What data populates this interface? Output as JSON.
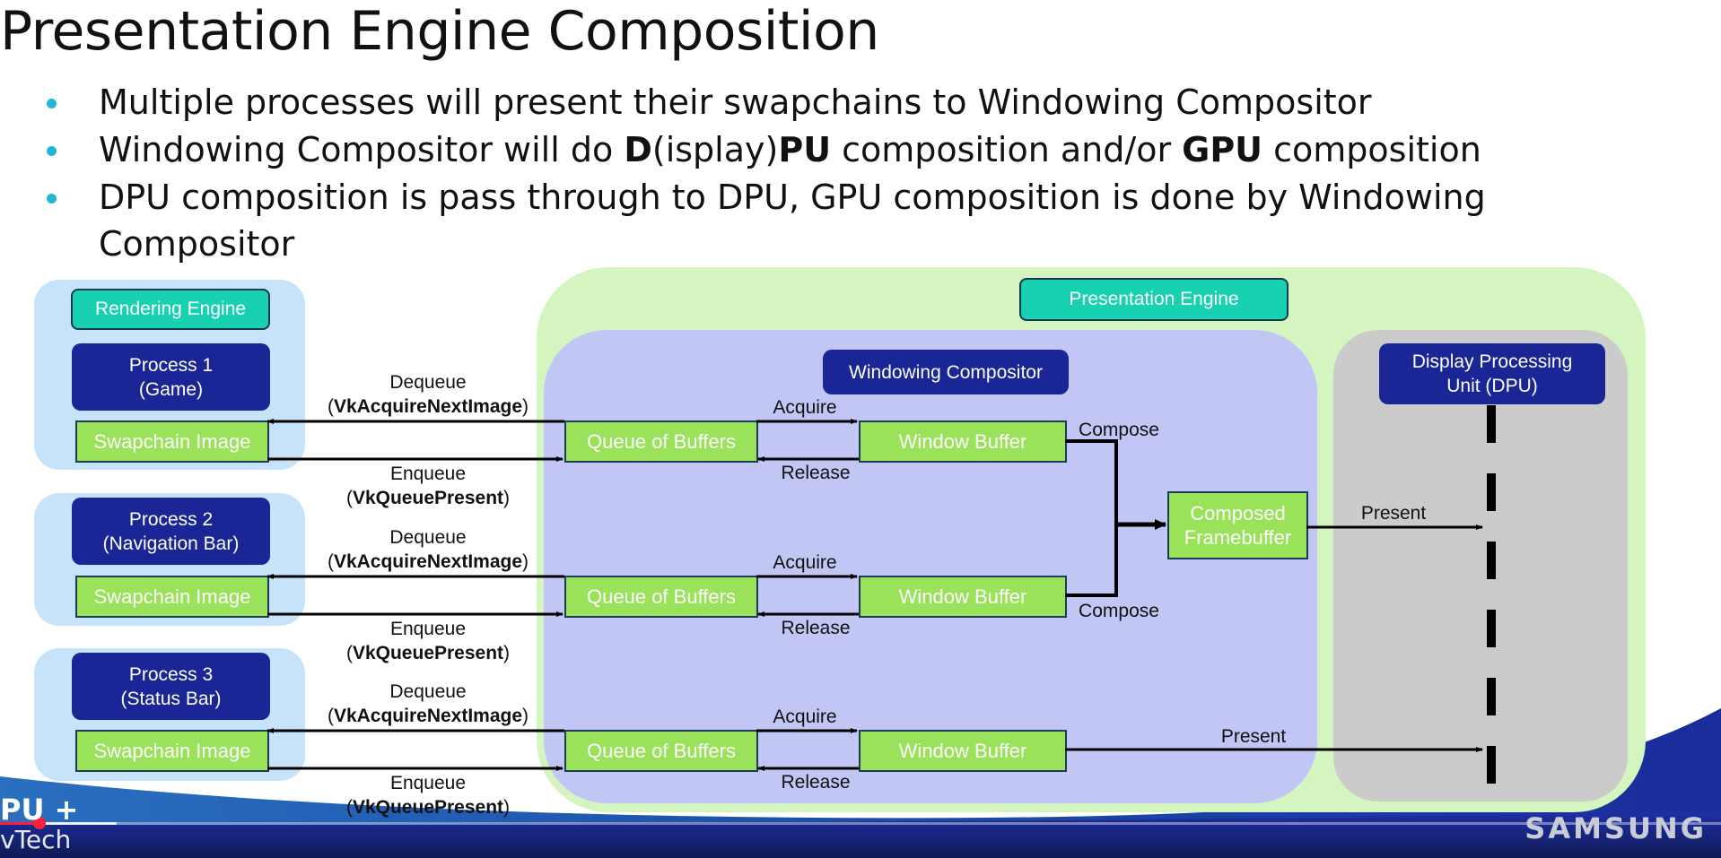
{
  "slide": {
    "title": "Presentation Engine Composition",
    "bullets": [
      {
        "parts": [
          {
            "t": "Multiple processes will present their swapchains to Windowing Compositor",
            "b": false
          }
        ]
      },
      {
        "parts": [
          {
            "t": "Windowing Compositor will do ",
            "b": false
          },
          {
            "t": "D",
            "b": true
          },
          {
            "t": "(isplay)",
            "b": false
          },
          {
            "t": "PU",
            "b": true
          },
          {
            "t": " composition and/or ",
            "b": false
          },
          {
            "t": "GPU",
            "b": true
          },
          {
            "t": " composition",
            "b": false
          }
        ]
      },
      {
        "parts": [
          {
            "t": "DPU composition is pass through to DPU, GPU composition is done by Windowing",
            "b": false
          }
        ]
      },
      {
        "parts": [
          {
            "t": "Compositor",
            "b": false
          }
        ]
      }
    ],
    "bullet_color": "#22b5d6"
  },
  "diagram": {
    "rendering_engine": {
      "label": "Rendering Engine",
      "processes": [
        {
          "name_line1": "Process 1",
          "name_line2": "(Game)",
          "swapchain": "Swapchain Image"
        },
        {
          "name_line1": "Process 2",
          "name_line2": "(Navigation Bar)",
          "swapchain": "Swapchain Image"
        },
        {
          "name_line1": "Process 3",
          "name_line2": "(Status Bar)",
          "swapchain": "Swapchain Image"
        }
      ]
    },
    "dequeue": {
      "label": "Dequeue",
      "call": "VkAcquireNextImage"
    },
    "enqueue": {
      "label": "Enqueue",
      "call": "VkQueuePresent"
    },
    "presentation_engine": {
      "label": "Presentation Engine",
      "windowing_compositor": {
        "label": "Windowing Compositor",
        "queue_label": "Queue of Buffers",
        "window_buffer_label": "Window Buffer",
        "acquire_label": "Acquire",
        "release_label": "Release",
        "compose_label": "Compose",
        "composed_framebuffer_line1": "Composed",
        "composed_framebuffer_line2": "Framebuffer"
      },
      "dpu": {
        "line1": "Display Processing",
        "line2": "Unit (DPU)"
      },
      "present_label": "Present"
    },
    "colors": {
      "teal": "#17d1b0",
      "navy": "#1a2596",
      "green": "#99e25a",
      "light_blue_panel": "#c6e3fa",
      "light_green_panel": "#d5f5c0",
      "lavender_panel": "#c1c6f4",
      "gray_panel": "#cbcbcb"
    }
  },
  "footer": {
    "brand": "SAMSUNG",
    "logo_top": "PU +",
    "logo_bottom": "vTech",
    "video_progress_fraction": 0.023
  }
}
